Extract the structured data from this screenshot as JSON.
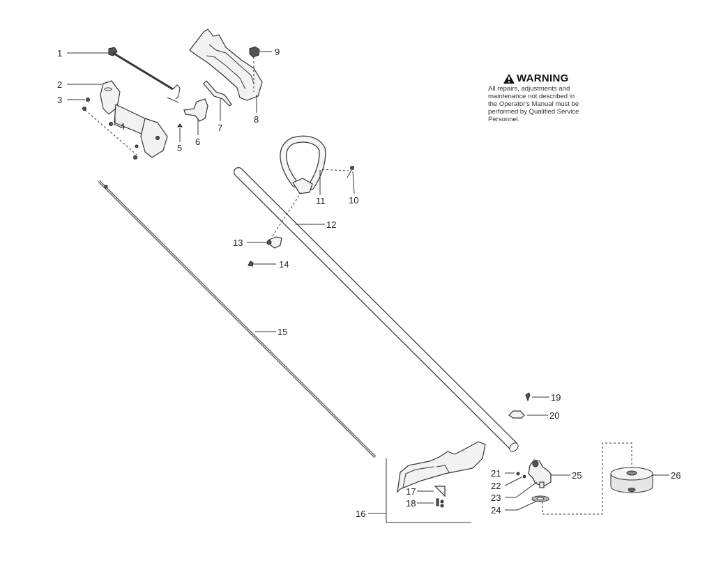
{
  "warning": {
    "icon": "warning-triangle-icon",
    "title": "WARNING",
    "lines": [
      "All repairs, adjustments and",
      "maintenance not described in",
      "the Operator's Manual must be",
      "performed by Qualified Service",
      "Personnel."
    ]
  },
  "callouts": {
    "c1": "1",
    "c2": "2",
    "c3": "3",
    "c4": "4",
    "c5": "5",
    "c6": "6",
    "c7": "7",
    "c8": "8",
    "c9": "9",
    "c10": "10",
    "c11": "11",
    "c12": "12",
    "c13": "13",
    "c14": "14",
    "c15": "15",
    "c16": "16",
    "c17": "17",
    "c18": "18",
    "c19": "19",
    "c20": "20",
    "c21": "21",
    "c22": "22",
    "c23": "23",
    "c24": "24",
    "c25": "25",
    "c26": "26"
  }
}
